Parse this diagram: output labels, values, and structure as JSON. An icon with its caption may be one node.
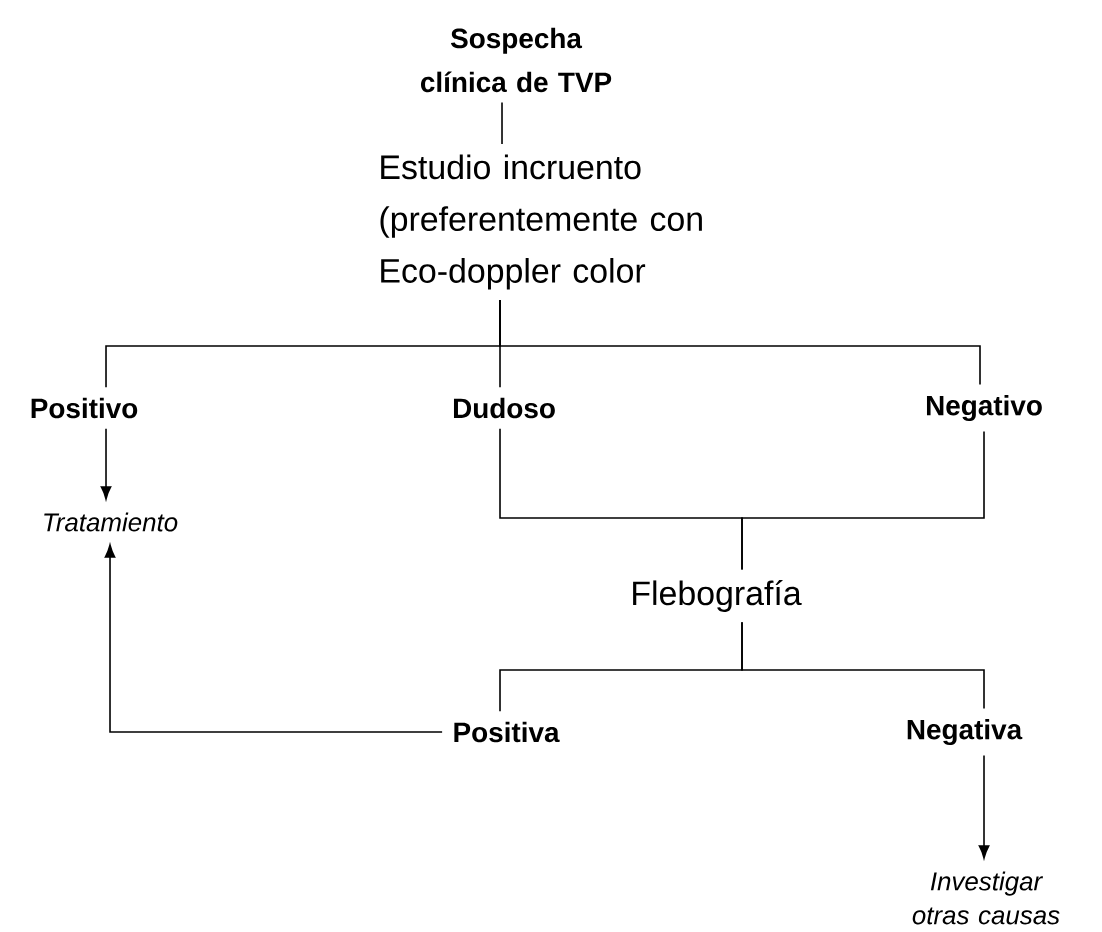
{
  "diagram": {
    "nodes": [
      {
        "text": [
          "Sospecha clínica de TVP"
        ]
      },
      {
        "text": [
          "Estudio incruento (preferentemente con Eco-doppler color"
        ]
      },
      {
        "text": [
          "Positivo"
        ]
      },
      {
        "text": [
          "Dudoso"
        ]
      },
      {
        "text": [
          "Negativo"
        ]
      },
      {
        "text": [
          "Tratamiento"
        ]
      },
      {
        "text": [
          "Flebografía"
        ]
      },
      {
        "text": [
          "Positiva"
        ]
      },
      {
        "text": [
          "Negativa"
        ]
      },
      {
        "text": [
          "Investigar otras causas"
        ]
      }
    ],
    "edges": [
      {
        "from": 0,
        "to": 1,
        "arrow": "none"
      },
      {
        "from": 1,
        "to": 2,
        "arrow": "none"
      },
      {
        "from": 1,
        "to": 3,
        "arrow": "none"
      },
      {
        "from": 1,
        "to": 4,
        "arrow": "none"
      },
      {
        "from": 2,
        "to": 5,
        "arrow": "to"
      },
      {
        "from": 3,
        "to": 6,
        "arrow": "none"
      },
      {
        "from": 4,
        "to": 6,
        "arrow": "none"
      },
      {
        "from": 6,
        "to": 7,
        "arrow": "none"
      },
      {
        "from": 6,
        "to": 8,
        "arrow": "none"
      },
      {
        "from": 7,
        "to": 5,
        "arrow": "to"
      },
      {
        "from": 8,
        "to": 9,
        "arrow": "to"
      }
    ]
  }
}
